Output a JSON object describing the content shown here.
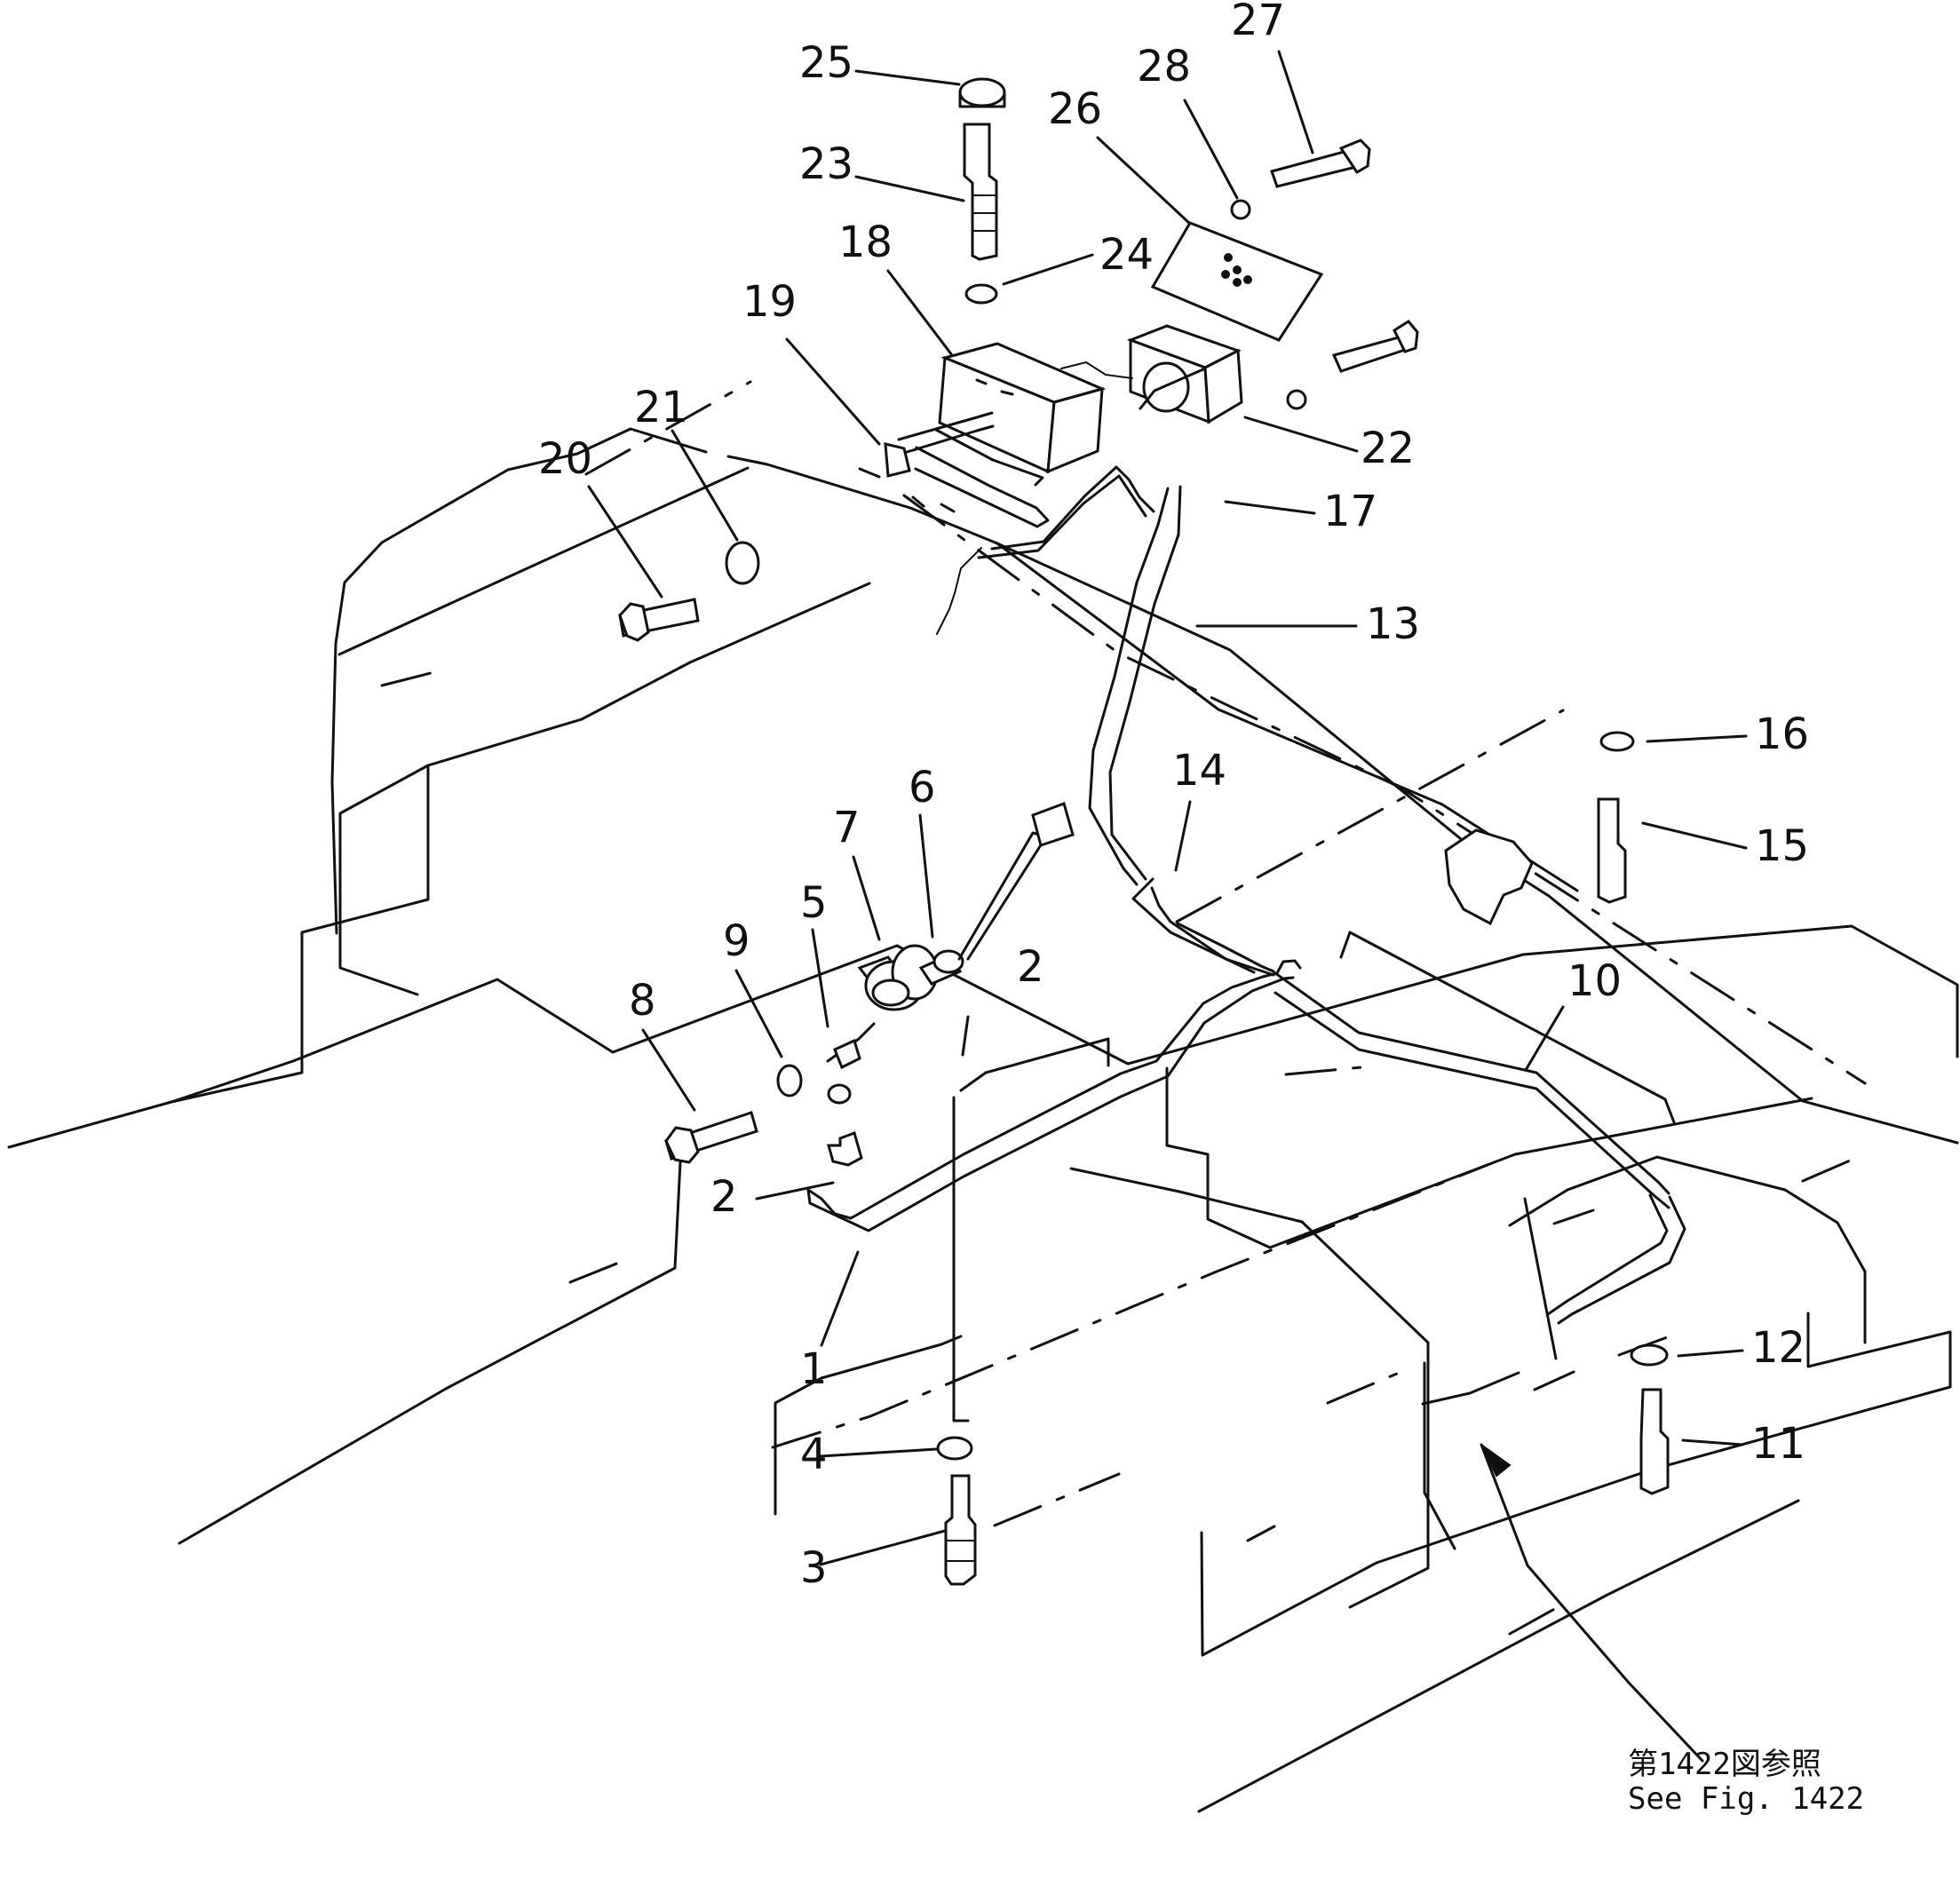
{
  "diagram": {
    "callouts": [
      {
        "id": "1",
        "label": "1"
      },
      {
        "id": "2a",
        "label": "2"
      },
      {
        "id": "2b",
        "label": "2"
      },
      {
        "id": "3",
        "label": "3"
      },
      {
        "id": "4",
        "label": "4"
      },
      {
        "id": "5",
        "label": "5"
      },
      {
        "id": "6",
        "label": "6"
      },
      {
        "id": "7",
        "label": "7"
      },
      {
        "id": "8",
        "label": "8"
      },
      {
        "id": "9",
        "label": "9"
      },
      {
        "id": "10",
        "label": "10"
      },
      {
        "id": "11",
        "label": "11"
      },
      {
        "id": "12",
        "label": "12"
      },
      {
        "id": "13",
        "label": "13"
      },
      {
        "id": "14",
        "label": "14"
      },
      {
        "id": "15",
        "label": "15"
      },
      {
        "id": "16",
        "label": "16"
      },
      {
        "id": "17",
        "label": "17"
      },
      {
        "id": "18",
        "label": "18"
      },
      {
        "id": "19",
        "label": "19"
      },
      {
        "id": "20",
        "label": "20"
      },
      {
        "id": "21",
        "label": "21"
      },
      {
        "id": "22",
        "label": "22"
      },
      {
        "id": "23",
        "label": "23"
      },
      {
        "id": "24",
        "label": "24"
      },
      {
        "id": "25",
        "label": "25"
      },
      {
        "id": "26",
        "label": "26"
      },
      {
        "id": "27",
        "label": "27"
      },
      {
        "id": "28",
        "label": "28"
      }
    ],
    "reference_note": {
      "line1": "第1422図参照",
      "line2": "See Fig. 1422"
    }
  }
}
